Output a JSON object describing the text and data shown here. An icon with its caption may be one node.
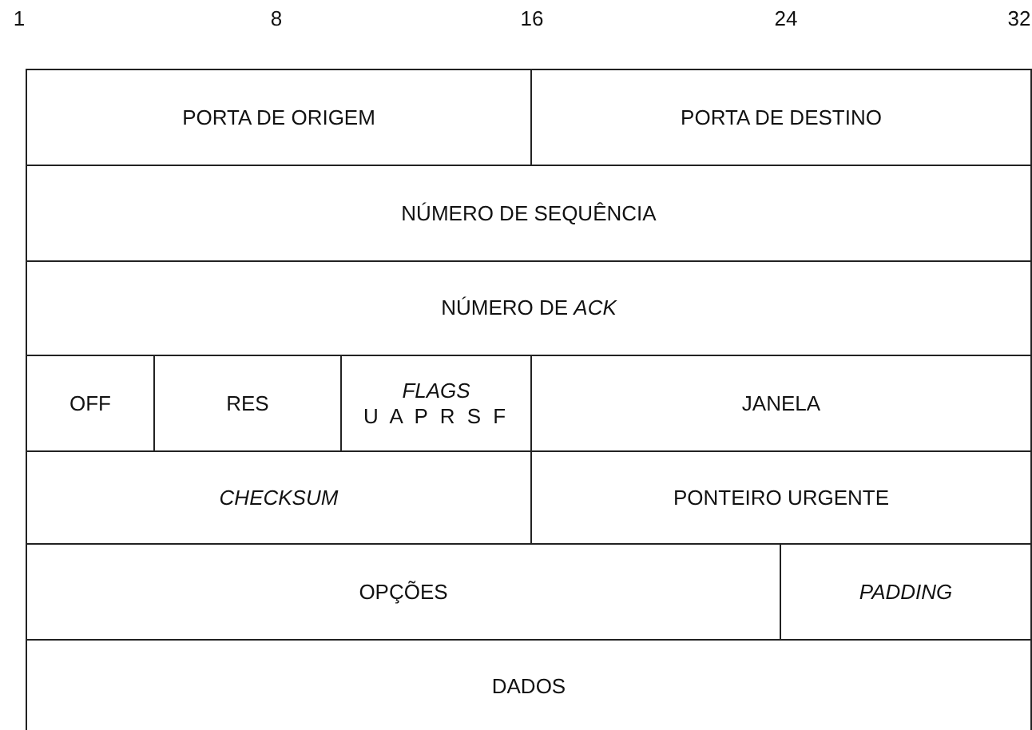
{
  "diagram": {
    "labels": [
      "1",
      "8",
      "16",
      "24",
      "32",
      "PORTA DE ORIGEM",
      "PORTA DE DESTINO",
      "NÚMERO DE SEQUÊNCIA",
      "NÚMERO DE *ACK*",
      "OFF",
      "RES",
      "FLAGS",
      "U A P R S F",
      "JANELA",
      "CHECKSUM",
      "PONTEIRO URGENTE",
      "OPÇÕES",
      "PADDING",
      "DADOS"
    ]
  }
}
